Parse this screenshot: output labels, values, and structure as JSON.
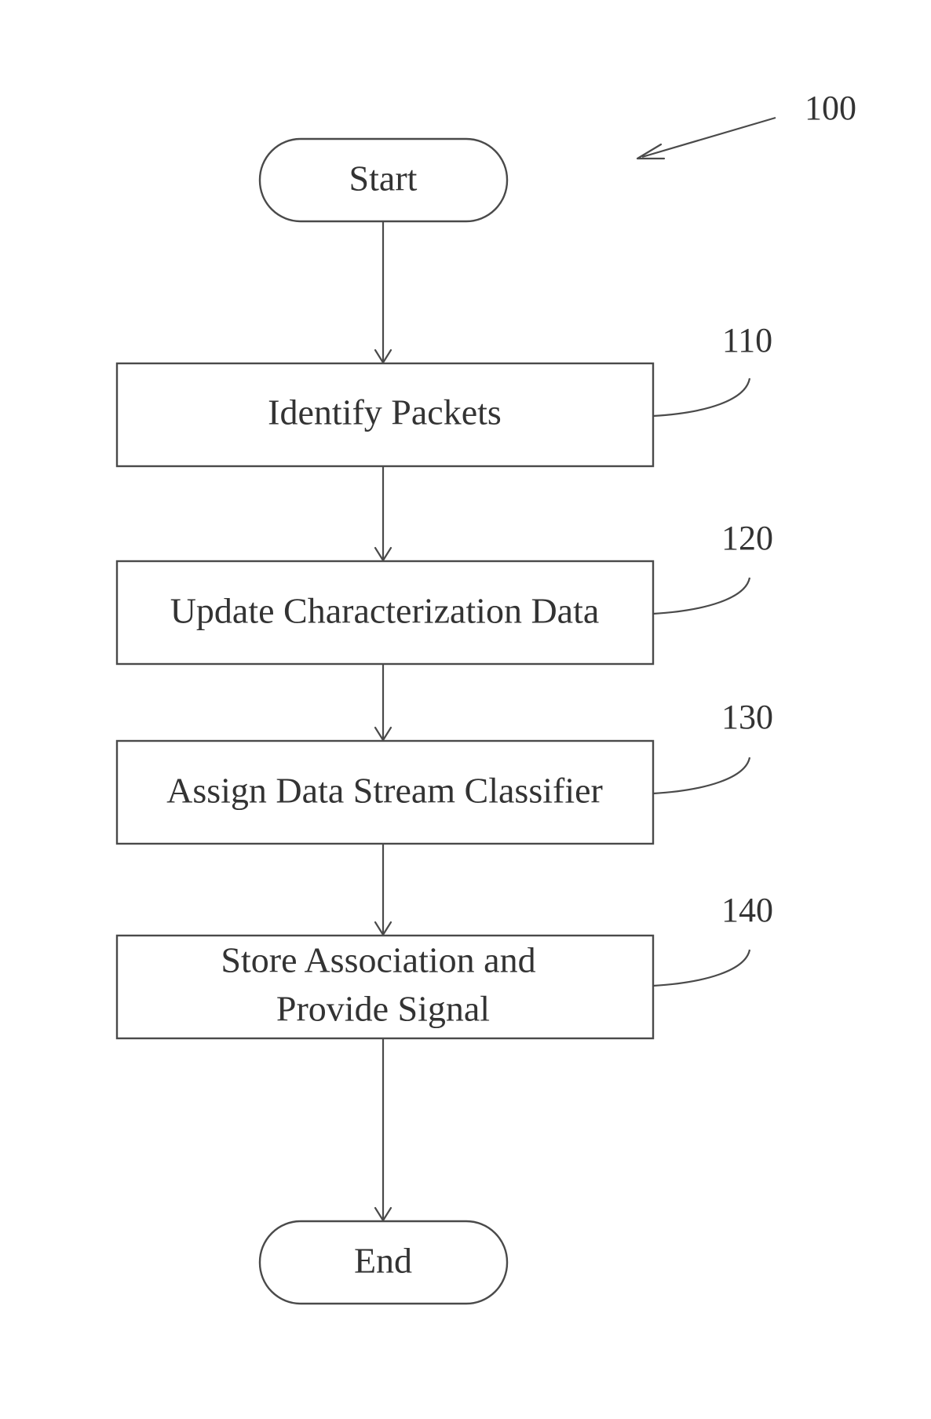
{
  "figure_ref": "100",
  "start": {
    "label": "Start"
  },
  "steps": [
    {
      "ref": "110",
      "lines": [
        "Identify Packets"
      ]
    },
    {
      "ref": "120",
      "lines": [
        "Update Characterization Data"
      ]
    },
    {
      "ref": "130",
      "lines": [
        "Assign Data Stream Classifier"
      ]
    },
    {
      "ref": "140",
      "lines": [
        "Store Association and",
        "Provide Signal"
      ]
    }
  ],
  "end": {
    "label": "End"
  }
}
